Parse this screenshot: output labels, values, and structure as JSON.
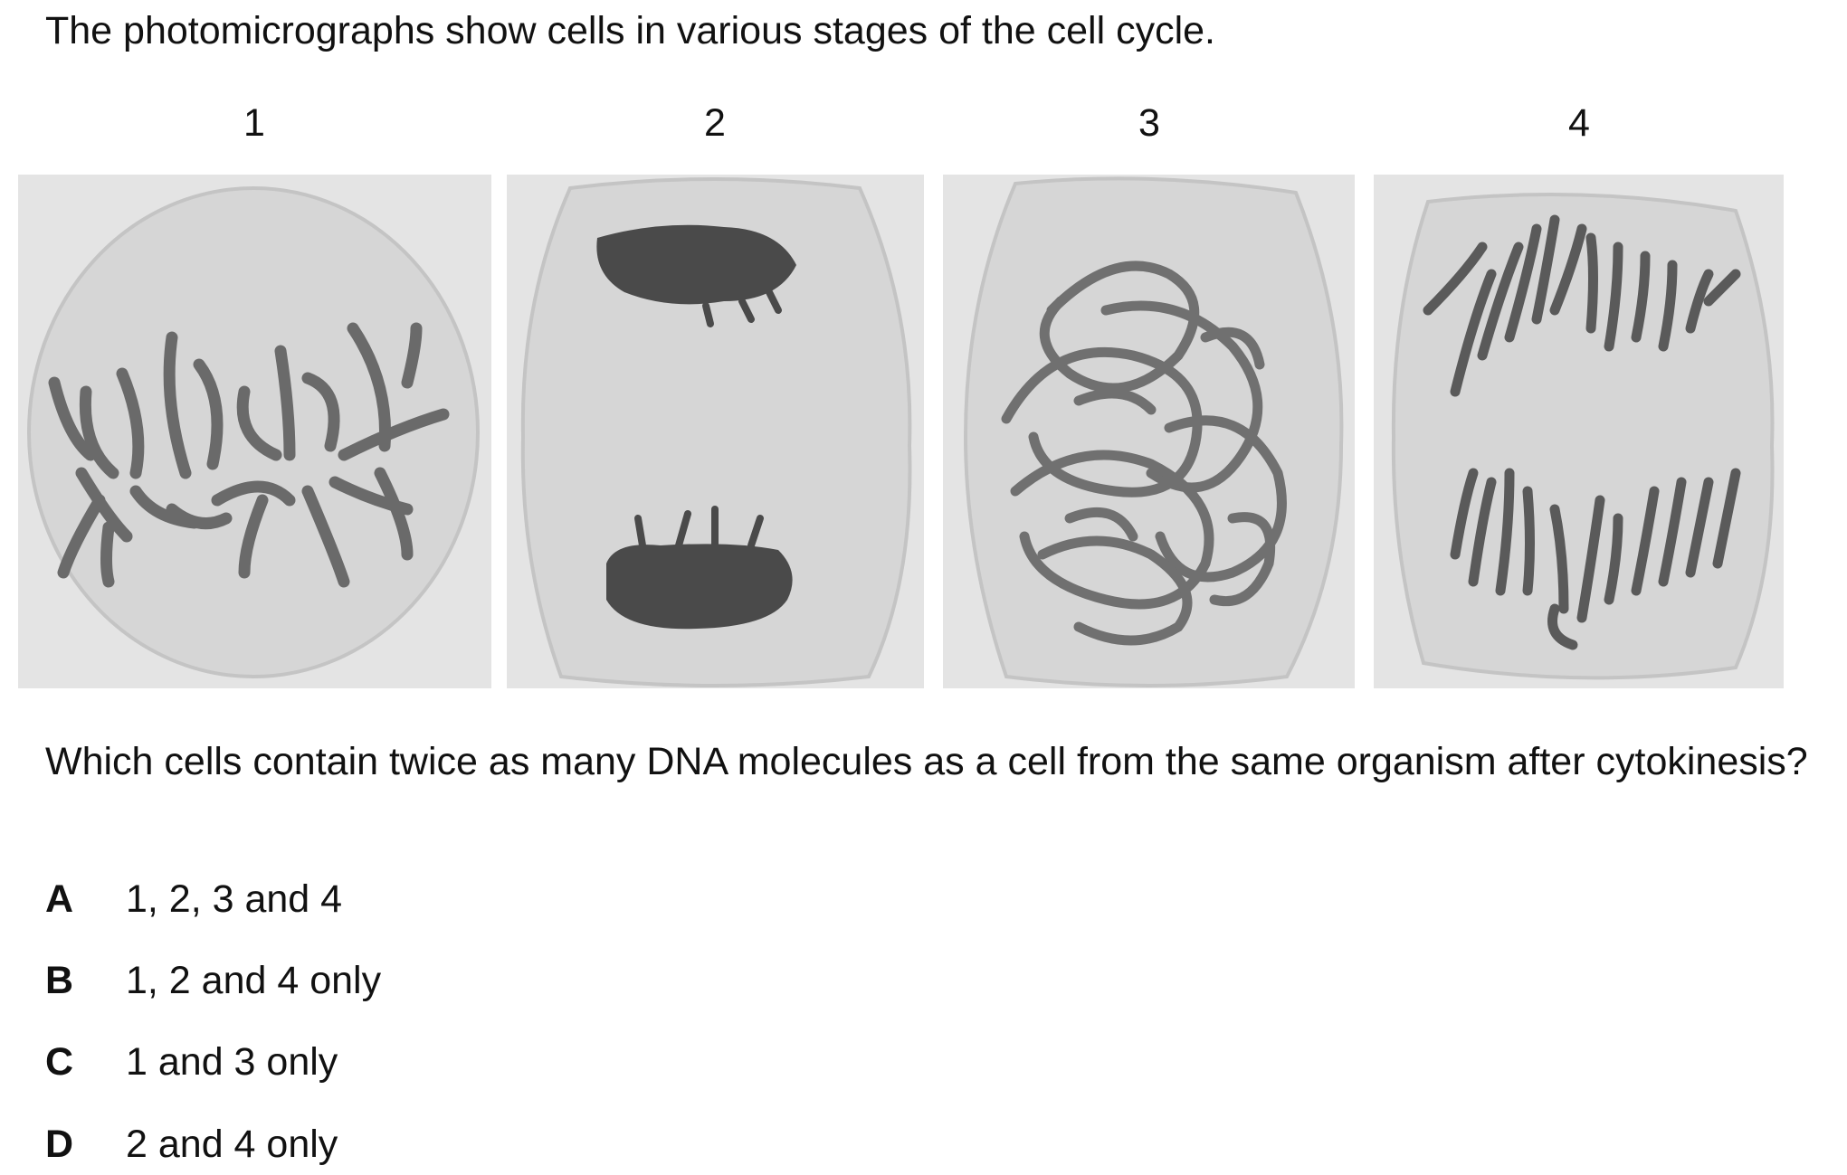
{
  "intro": "The photomicrographs show cells in various stages of the cell cycle.",
  "panels": [
    {
      "label": "1"
    },
    {
      "label": "2"
    },
    {
      "label": "3"
    },
    {
      "label": "4"
    }
  ],
  "question": "Which cells contain twice as many DNA molecules as a cell from the same organism after cytokinesis?",
  "options": [
    {
      "letter": "A",
      "text": "1, 2, 3 and 4"
    },
    {
      "letter": "B",
      "text": "1, 2 and 4 only"
    },
    {
      "letter": "C",
      "text": "1 and 3 only"
    },
    {
      "letter": "D",
      "text": "2 and 4 only"
    }
  ]
}
